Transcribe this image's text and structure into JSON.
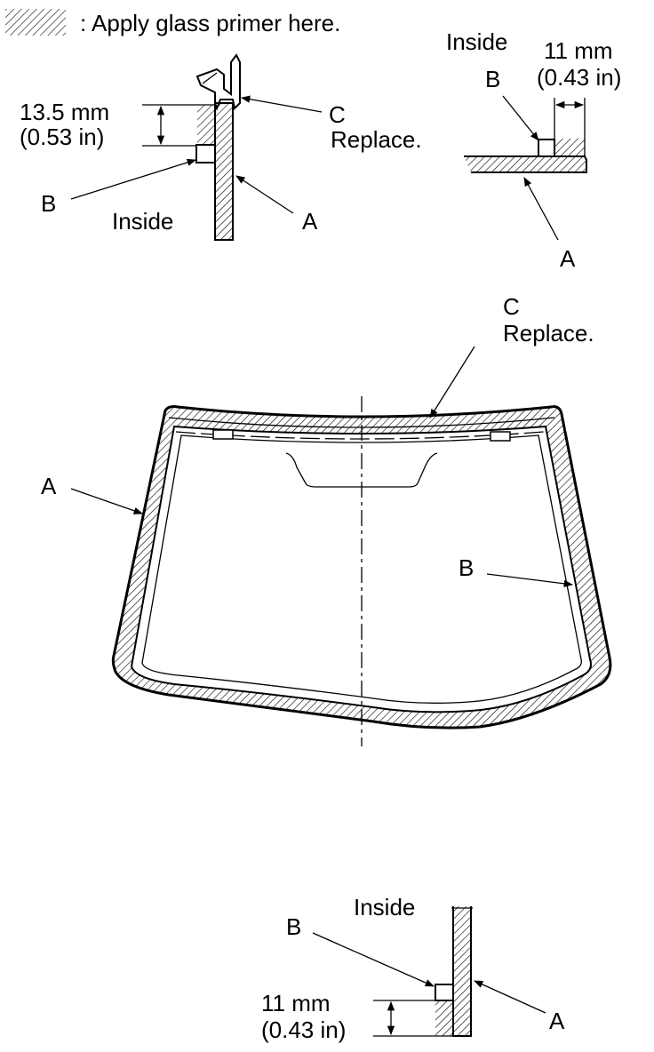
{
  "legend": {
    "text": ": Apply glass primer here."
  },
  "top_left_detail": {
    "dim_mm": "13.5 mm",
    "dim_in": "(0.53 in)",
    "label_b": "B",
    "label_c": "C",
    "replace": "Replace.",
    "inside": "Inside",
    "label_a": "A"
  },
  "top_right_detail": {
    "inside": "Inside",
    "label_b": "B",
    "dim_mm": "11 mm",
    "dim_in": "(0.43 in)",
    "label_a": "A"
  },
  "windshield": {
    "label_c": "C",
    "replace": "Replace.",
    "label_a": "A",
    "label_b": "B"
  },
  "bottom_detail": {
    "inside": "Inside",
    "label_b": "B",
    "dim_mm": "11 mm",
    "dim_in": "(0.43 in)",
    "label_a": "A"
  }
}
